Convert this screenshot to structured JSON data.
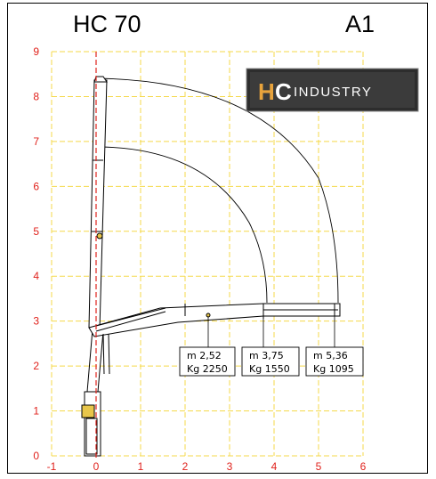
{
  "header": {
    "model": "HC 70",
    "code": "A1"
  },
  "logo": {
    "letters": "HC",
    "word": "INDUSTRY",
    "colors": {
      "h": "#e8a33c",
      "c": "#ffffff",
      "bg": "#2d2d2d"
    }
  },
  "chart_data": {
    "type": "load-chart",
    "xlim": [
      -1,
      6
    ],
    "ylim": [
      0,
      9
    ],
    "x_ticks": [
      "-1",
      "0",
      "1",
      "2",
      "3",
      "4",
      "5",
      "6"
    ],
    "y_ticks": [
      "0",
      "1",
      "2",
      "3",
      "4",
      "5",
      "6",
      "7",
      "8",
      "9"
    ],
    "grid": true,
    "grid_color": "#f5d94a",
    "axis_color": "#e0221c",
    "load_points": [
      {
        "reach_label": "m  2,52",
        "load_label": "Kg 2250",
        "reach": 2.52,
        "load": 2250
      },
      {
        "reach_label": "m  3,75",
        "load_label": "Kg 1550",
        "reach": 3.75,
        "load": 1550
      },
      {
        "reach_label": "m  5,36",
        "load_label": "Kg 1095",
        "reach": 5.36,
        "load": 1095
      }
    ]
  }
}
